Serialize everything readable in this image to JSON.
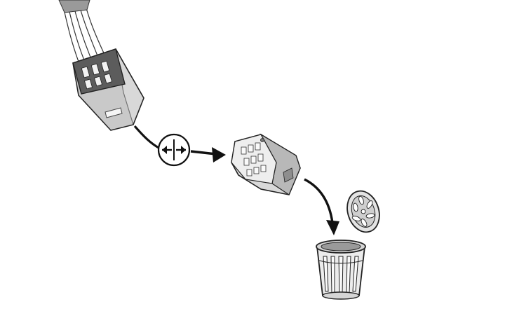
{
  "diagram": {
    "steps": [
      {
        "id": "connector",
        "icon": "wired-connector-plug"
      },
      {
        "id": "disconnect",
        "icon": "double-arrow-disconnect-icon"
      },
      {
        "id": "module",
        "icon": "connector-module"
      },
      {
        "id": "dispose",
        "icon": "trash-bin-icon"
      }
    ],
    "colors": {
      "stroke": "#222222",
      "fill_light": "#e6e6e6",
      "fill_mid": "#bdbdbd",
      "fill_dark": "#6a6a6a",
      "background": "#ffffff"
    }
  }
}
